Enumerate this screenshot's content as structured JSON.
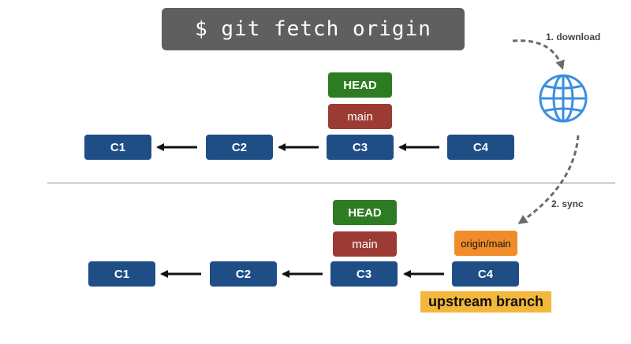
{
  "command": "$ git fetch origin",
  "labels": {
    "download": "1. download",
    "sync": "2. sync"
  },
  "top": {
    "commits": [
      "C1",
      "C2",
      "C3",
      "C4"
    ],
    "head": "HEAD",
    "main": "main"
  },
  "bottom": {
    "commits": [
      "C1",
      "C2",
      "C3",
      "C4"
    ],
    "head": "HEAD",
    "main": "main",
    "origin_main": "origin/main",
    "upstream": "upstream branch"
  },
  "icons": {
    "remote": "globe-icon"
  },
  "colors": {
    "commit": "#1f4e87",
    "head": "#2d7b22",
    "main": "#9b3b33",
    "origin_main": "#f08c2a",
    "upstream": "#f3b73b",
    "globe": "#3a8fe0"
  }
}
